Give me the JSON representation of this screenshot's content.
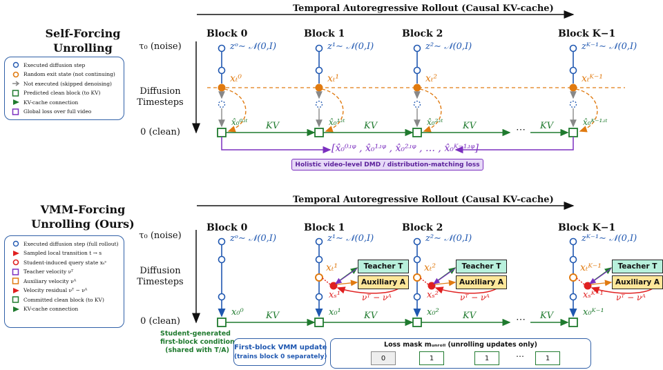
{
  "top": {
    "title_line1": "Self-Forcing",
    "title_line2": "Unrolling",
    "rollout_label": "Temporal Autoregressive Rollout (Causal KV-cache)",
    "blocks": [
      "Block 0",
      "Block 1",
      "Block 2",
      "Block K−1"
    ],
    "noise_labels": [
      "zᵒ∼ 𝒩(0,I)",
      "z¹∼ 𝒩(0,I)",
      "z²∼ 𝒩(0,I)",
      "zᴷ⁻¹∼ 𝒩(0,I)"
    ],
    "exit_labels": [
      "xₜ⁰",
      "xₜ¹",
      "xₜ²",
      "xₜᴷ⁻¹"
    ],
    "pred_labels": [
      "x̂₀⁰ʴᵗ",
      "x̂₀¹ʴᵗ",
      "x̂₀²ʴᵗ",
      "x̂₀ᴷ⁻¹ʴᵗ"
    ],
    "kv_label": "KV",
    "ellipsis": "⋯",
    "tau_label": "τ₀ (noise)",
    "diffusion_line1": "Diffusion",
    "diffusion_line2": "Timesteps",
    "clean_label": "0 (clean)",
    "video_set": "[x̂₀⁰ʴᵠ , x̂₀¹ʴᵠ , x̂₀²ʴᵠ , … , x̂₀ᴷ⁻¹ʴᵠ]",
    "loss_box": "Holistic video-level DMD / distribution-matching loss",
    "legend": [
      "Executed diffusion step",
      "Random exit state (not continuing)",
      "Not executed (skipped denoising)",
      "Predicted clean block (to KV)",
      "KV-cache connection",
      "Global loss over full video"
    ]
  },
  "bottom": {
    "title_line1": "VMM-Forcing",
    "title_line2": "Unrolling (Ours)",
    "rollout_label": "Temporal Autoregressive Rollout (Causal KV-cache)",
    "blocks": [
      "Block 0",
      "Block 1",
      "Block 2",
      "Block K−1"
    ],
    "noise_labels": [
      "zᵒ∼ 𝒩(0,I)",
      "z¹∼ 𝒩(0,I)",
      "z²∼ 𝒩(0,I)",
      "zᴷ⁻¹∼ 𝒩(0,I)"
    ],
    "exit_labels": [
      "xₜ¹",
      "xₜ²",
      "xₜᴷ⁻¹"
    ],
    "query_labels": [
      "xₛ¹",
      "xₛ²",
      "xₛᴷ⁻¹"
    ],
    "clean_labels": [
      "x₀⁰",
      "x₀¹",
      "x₀²",
      "x₀ᴷ⁻¹"
    ],
    "teacher_label": "Teacher T",
    "aux_label": "Auxiliary A",
    "residual_label": "νᵀ − νᴬ",
    "kv_label": "KV",
    "ellipsis": "⋯",
    "tau_label": "τ₀ (noise)",
    "diffusion_line1": "Diffusion",
    "diffusion_line2": "Timesteps",
    "clean_label": "0 (clean)",
    "student_note_line1": "Student-generated",
    "student_note_line2": "first-block condition",
    "student_note_line3": "(shared with T/A)",
    "first_block_line1": "First-block VMM update",
    "first_block_line2": "(trains block 0 separately)",
    "loss_mask_label": "Loss mask mᵤₙᵣₒₗₗ (unrolling updates only)",
    "mask_values": [
      "0",
      "1",
      "1",
      "1"
    ],
    "mask_ellipsis": "⋯",
    "legend": [
      "Executed diffusion step (full rollout)",
      "Sampled local transition  t → s",
      "Student-induced query state xₛˢ",
      "Teacher velocity  νᵀ",
      "Auxiliary velocity  νᴬ",
      "Velocity residual  νᵀ − νᴬ",
      "Committed clean block (to KV)",
      "KV-cache connection"
    ]
  },
  "colors": {
    "blue": "#1f57b0",
    "orange": "#e07a10",
    "green": "#1f7a2e",
    "red": "#e02020",
    "purple": "#7b2fbf",
    "gray": "#888888",
    "teal_fill": "#b8f0dc",
    "yellow_fill": "#ffe79a"
  }
}
